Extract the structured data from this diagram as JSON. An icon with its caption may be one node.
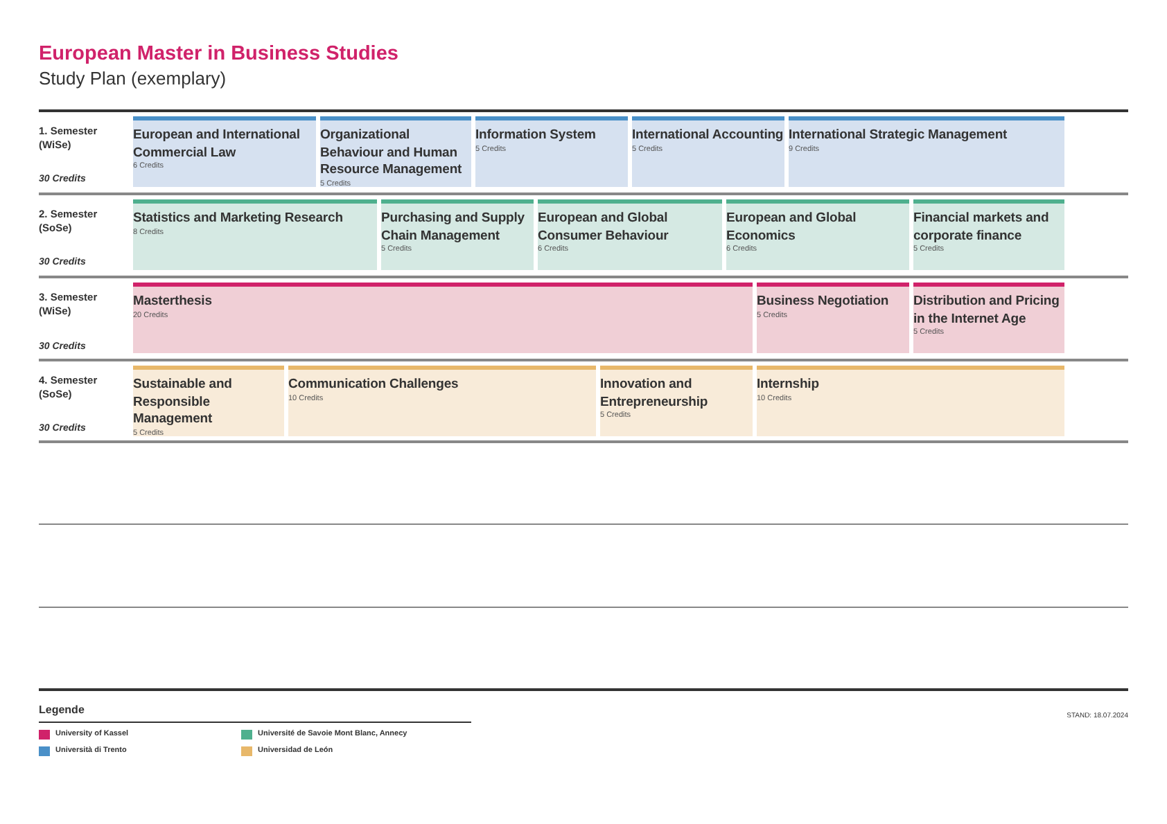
{
  "diagram": {
    "title": "European Master in Business Studies",
    "caption": "Study Plan (exemplary)",
    "nodes": [
      {
        "text": [
          "European and International Commercial Law",
          "6 Credits"
        ]
      },
      {
        "text": [
          "Organizational Behaviour and Human Resource Management",
          "5 Credits"
        ]
      },
      {
        "text": [
          "Information System",
          "5 Credits"
        ]
      },
      {
        "text": [
          "International Accounting",
          "5 Credits"
        ]
      },
      {
        "text": [
          "International Strategic Management",
          "9 Credits"
        ]
      },
      {
        "text": [
          "Statistics and Marketing Research",
          "8 Credits"
        ]
      },
      {
        "text": [
          "Purchasing and Supply Chain Management",
          "5 Credits"
        ]
      },
      {
        "text": [
          "European and Global Consumer Behaviour",
          "6 Credits"
        ]
      },
      {
        "text": [
          "European and Global Economics",
          "6 Credits"
        ]
      },
      {
        "text": [
          "Financial markets and corporate finance",
          "5 Credits"
        ]
      },
      {
        "text": [
          "Masterthesis",
          "20 Credits"
        ]
      },
      {
        "text": [
          "Business Negotiation",
          "5 Credits"
        ]
      },
      {
        "text": [
          "Distribution and Pricing in the Internet Age",
          "5 Credits"
        ]
      },
      {
        "text": [
          "Sustainable and Responsible Management",
          "5 Credits"
        ]
      },
      {
        "text": [
          "Communication Challenges",
          "10 Credits"
        ]
      },
      {
        "text": [
          "Innovation and Entrepreneurship",
          "5 Credits"
        ]
      },
      {
        "text": [
          "Internship",
          "10 Credits"
        ]
      }
    ],
    "labels": [
      "1. Semester (WiSe)",
      "30 Credits",
      "2. Semester (SoSe)",
      "30 Credits",
      "3. Semester (WiSe)",
      "30 Credits",
      "4. Semester (SoSe)",
      "30 Credits",
      "Legende",
      "STAND: 18.07.2024"
    ],
    "legend": [
      {
        "text": "University of Kassel",
        "color": "#d0226a"
      },
      {
        "text": "Università di Trento",
        "color": "#4a90c8"
      },
      {
        "text": "Université de Savoie Mont Blanc, Annecy",
        "color": "#4fb08e"
      },
      {
        "text": "Universidad de León",
        "color": "#e8b86a"
      }
    ]
  }
}
